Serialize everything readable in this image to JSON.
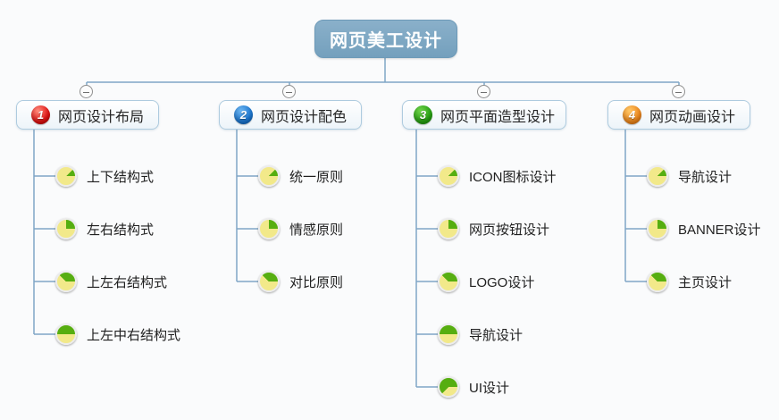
{
  "root_node": {
    "label": "网页美工设计"
  },
  "branches": [
    {
      "badge": {
        "number": "1",
        "color": "red"
      },
      "label": "网页设计布局",
      "children": [
        {
          "label": "上下结构式",
          "progress_eighths": "1"
        },
        {
          "label": "左右结构式",
          "progress_eighths": "2"
        },
        {
          "label": "上左右结构式",
          "progress_eighths": "3"
        },
        {
          "label": "上左中右结构式",
          "progress_eighths": "4"
        }
      ]
    },
    {
      "badge": {
        "number": "2",
        "color": "blue"
      },
      "label": "网页设计配色",
      "children": [
        {
          "label": "统一原则",
          "progress_eighths": "1"
        },
        {
          "label": "情感原则",
          "progress_eighths": "2"
        },
        {
          "label": "对比原则",
          "progress_eighths": "3"
        }
      ]
    },
    {
      "badge": {
        "number": "3",
        "color": "green"
      },
      "label": "网页平面造型设计",
      "children": [
        {
          "label": "ICON图标设计",
          "progress_eighths": "1"
        },
        {
          "label": "网页按钮设计",
          "progress_eighths": "2"
        },
        {
          "label": "LOGO设计",
          "progress_eighths": "3"
        },
        {
          "label": "导航设计",
          "progress_eighths": "4"
        },
        {
          "label": "UI设计",
          "progress_eighths": "5"
        }
      ]
    },
    {
      "badge": {
        "number": "4",
        "color": "orange"
      },
      "label": "网页动画设计",
      "children": [
        {
          "label": "导航设计",
          "progress_eighths": "1"
        },
        {
          "label": "BANNER设计",
          "progress_eighths": "2"
        },
        {
          "label": "主页设计",
          "progress_eighths": "3"
        }
      ]
    }
  ],
  "icons": {
    "collapse": "minus-circle",
    "progress": "pie-progress"
  },
  "colors": {
    "root_fill": "#7fa7c4",
    "connector": "#7fa6c6",
    "branch_border": "#aecbdf",
    "pie_green": "#56ae10",
    "pie_yellow": "#f2e98a",
    "badge_red": "#e31212",
    "badge_blue": "#1b78d4",
    "badge_green": "#27a313",
    "badge_orange": "#f1891c"
  }
}
